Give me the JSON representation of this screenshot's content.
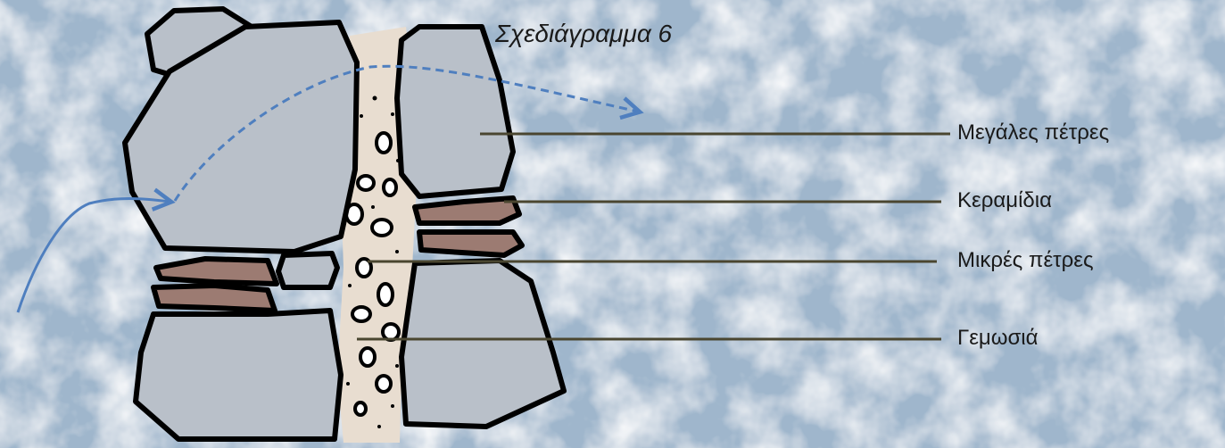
{
  "title": "Σχεδιάγραμμα 6",
  "labels": {
    "large_stones": "Μεγάλες πέτρες",
    "tiles": "Κεραμίδια",
    "small_stones": "Μικρές πέτρες",
    "fill": "Γεμωσιά"
  },
  "colors": {
    "background": "#dfe9f1",
    "stone": "#b9c0c9",
    "tile": "#9c7b72",
    "fill": "#e8ddd0",
    "leader_line": "#4a4630",
    "arrow": "#4f7fbf",
    "outline": "#000000"
  }
}
